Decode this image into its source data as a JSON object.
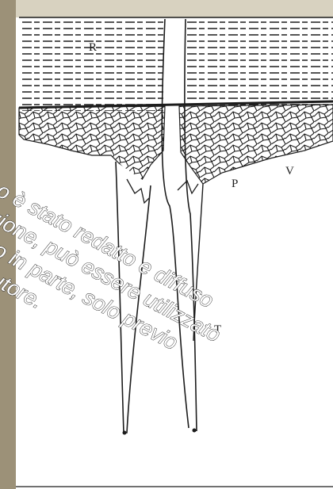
{
  "figure": {
    "labels": {
      "rock": "R",
      "void": "V",
      "plug": "P",
      "trunk": "T"
    },
    "watermark_lines": [
      "o è stato redatto e diffuso",
      "azione, può essere utilizzato",
      "sso o in parte, solo previo",
      "dell'autore."
    ]
  },
  "colors": {
    "paper": "#ffffff",
    "ink": "#1c1c1c",
    "frame_left": "#9c9178",
    "frame_top": "#d8d2c0"
  }
}
